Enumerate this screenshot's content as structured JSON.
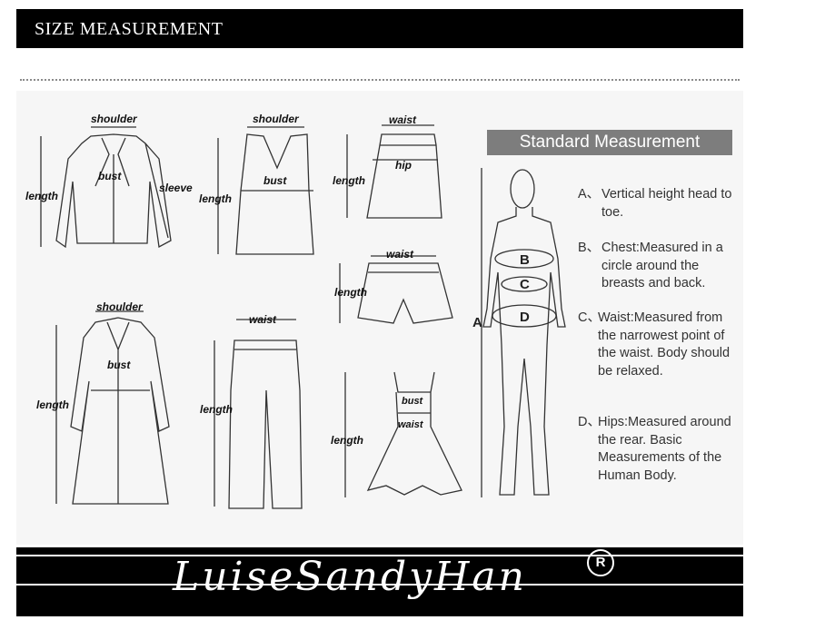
{
  "header": {
    "title": "SIZE MEASUREMENT"
  },
  "garments": {
    "shirt": {
      "shoulder": "shoulder",
      "bust": "bust",
      "length": "length",
      "sleeve": "sleeve"
    },
    "vest": {
      "shoulder": "shoulder",
      "bust": "bust",
      "length": "length"
    },
    "skirt": {
      "waist": "waist",
      "hip": "hip",
      "length": "length"
    },
    "coat": {
      "shoulder": "shoulder",
      "bust": "bust",
      "length": "length"
    },
    "pants": {
      "waist": "waist",
      "length": "length"
    },
    "shorts": {
      "waist": "waist",
      "length": "length"
    },
    "dress": {
      "bust": "bust",
      "waist": "waist",
      "length": "length"
    }
  },
  "standard": {
    "title": "Standard Measurement",
    "figure_letters": {
      "a": "A",
      "b": "B",
      "c": "C",
      "d": "D"
    },
    "items": [
      {
        "letter": "A、",
        "text": "Vertical height head to toe."
      },
      {
        "letter": "B、",
        "text": "Chest:Measured in a circle around the breasts and back."
      },
      {
        "letter": "C、",
        "text": "Waist:Measured from the narrowest point of the waist. Body should be relaxed."
      },
      {
        "letter": "D、",
        "text": "Hips:Measured around the rear. Basic Measurements of the Human Body."
      }
    ]
  },
  "footer": {
    "brand": "LuiseSandyHan",
    "mark": "R"
  },
  "colors": {
    "header_bg": "#000000",
    "title_bg": "#7d7d7d",
    "panel_bg": "#f6f6f6"
  }
}
